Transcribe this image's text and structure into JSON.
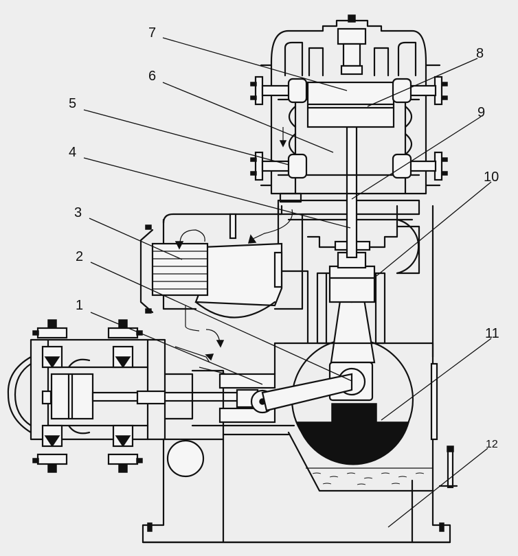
{
  "diagram": {
    "callouts": [
      {
        "id": "1",
        "text": "1"
      },
      {
        "id": "2",
        "text": "2"
      },
      {
        "id": "3",
        "text": "3"
      },
      {
        "id": "4",
        "text": "4"
      },
      {
        "id": "5",
        "text": "5"
      },
      {
        "id": "6",
        "text": "6"
      },
      {
        "id": "7",
        "text": "7"
      },
      {
        "id": "8",
        "text": "8"
      },
      {
        "id": "9",
        "text": "9"
      },
      {
        "id": "10",
        "text": "10"
      },
      {
        "id": "11",
        "text": "11"
      },
      {
        "id": "12",
        "text": "12"
      }
    ],
    "colors": {
      "ink": "#111111",
      "paper": "#eeeeee"
    }
  }
}
